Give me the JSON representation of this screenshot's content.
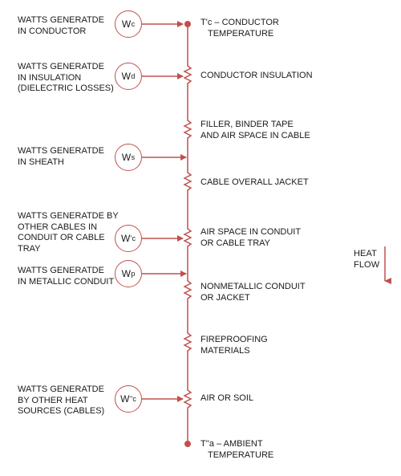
{
  "sources": [
    {
      "text": "WATTS GENERATDE\nIN CONDUCTOR",
      "symbol_main": "W",
      "symbol_sub": "c"
    },
    {
      "text": "WATTS GENERATDE\nIN INSULATION\n(DIELECTRIC LOSSES)",
      "symbol_main": "W",
      "symbol_sub": "d"
    },
    {
      "text": "WATTS GENERATDE\nIN SHEATH",
      "symbol_main": "W",
      "symbol_sub": "s"
    },
    {
      "text": "WATTS GENERATDE BY\nOTHER CABLES IN\nCONDUIT OR CABLE\nTRAY",
      "symbol_main": "W",
      "symbol_sub": "'c"
    },
    {
      "text": "WATTS GENERATDE\nIN METALLIC CONDUIT",
      "symbol_main": "W",
      "symbol_sub": "p"
    },
    {
      "text": "WATTS GENERATDE\nBY OTHER HEAT\nSOURCES (CABLES)",
      "symbol_main": "W",
      "symbol_sub": "''c"
    }
  ],
  "resistances": [
    "CONDUCTOR INSULATION",
    "FILLER, BINDER TAPE\nAND AIR SPACE IN CABLE",
    "CABLE OVERALL JACKET",
    "AIR SPACE IN CONDUIT\nOR CABLE TRAY",
    "NONMETALLIC CONDUIT\nOR JACKET",
    "FIREPROOFING\nMATERIALS",
    "AIR OR SOIL"
  ],
  "top_node": {
    "symbol": "T'c",
    "label": "– CONDUCTOR\n   TEMPERATURE"
  },
  "bottom_node": {
    "symbol": "T''a",
    "label": "– AMBIENT\n   TEMPERATURE"
  },
  "heat_flow": "HEAT\nFLOW",
  "colors": {
    "accent": "#c0504d",
    "text": "#1a1a1a"
  }
}
